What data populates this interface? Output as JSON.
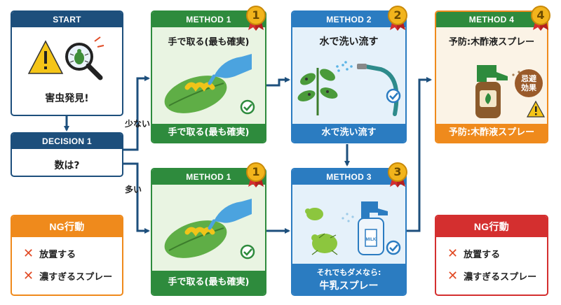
{
  "start": {
    "header": "START",
    "text": "害虫発見!"
  },
  "decision": {
    "header": "DECISION 1",
    "text": "数は?"
  },
  "branch_few": "少ない",
  "branch_many": "多い",
  "method1_top": {
    "header": "METHOD 1",
    "rank": "1",
    "title": "手で取る(最も確実)",
    "footer": "手で取る(最も確実)"
  },
  "method2": {
    "header": "METHOD 2",
    "rank": "2",
    "title": "水で洗い流す",
    "footer": "水で洗い流す"
  },
  "method4": {
    "header": "METHOD 4",
    "rank": "4",
    "title": "予防:木酢液スプレー",
    "badge": "忌避効果",
    "footer": "予防:木酢液スプレー"
  },
  "method1_bottom": {
    "header": "METHOD 1",
    "rank": "1",
    "footer": "手で取る(最も確実)"
  },
  "method3": {
    "header": "METHOD 3",
    "rank": "3",
    "bottle_label": "MILK",
    "footer_line1": "それでもダメなら:",
    "footer_line2": "牛乳スプレー"
  },
  "ng_left": {
    "header": "NG行動",
    "items": [
      "放置する",
      "濃すぎるスプレー"
    ]
  },
  "ng_right": {
    "header": "NG行動",
    "items": [
      "放置する",
      "濃すぎるスプレー"
    ]
  },
  "colors": {
    "navy": "#1d4f7c",
    "green": "#2e8b3d",
    "blue": "#2b7cc1",
    "orange": "#ef8a1c",
    "red": "#d42f2f"
  }
}
